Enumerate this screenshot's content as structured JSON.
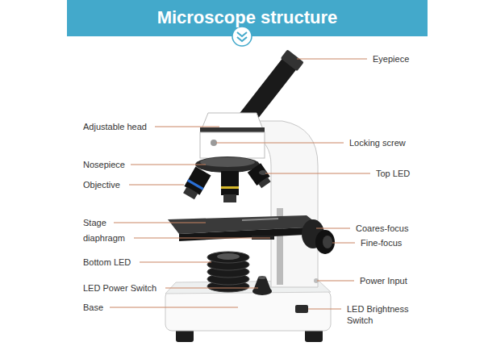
{
  "diagram": {
    "title": "Microscope structure",
    "labels": [
      "Eyepiece",
      "Adjustable head",
      "Locking screw",
      "Nosepiece",
      "Top LED",
      "Objective",
      "Stage",
      "Coares-focus",
      "diaphragm",
      "Fine-focus",
      "Bottom LED",
      "Power Input",
      "LED Power Switch",
      "Base",
      "LED Brightness Switch"
    ]
  }
}
